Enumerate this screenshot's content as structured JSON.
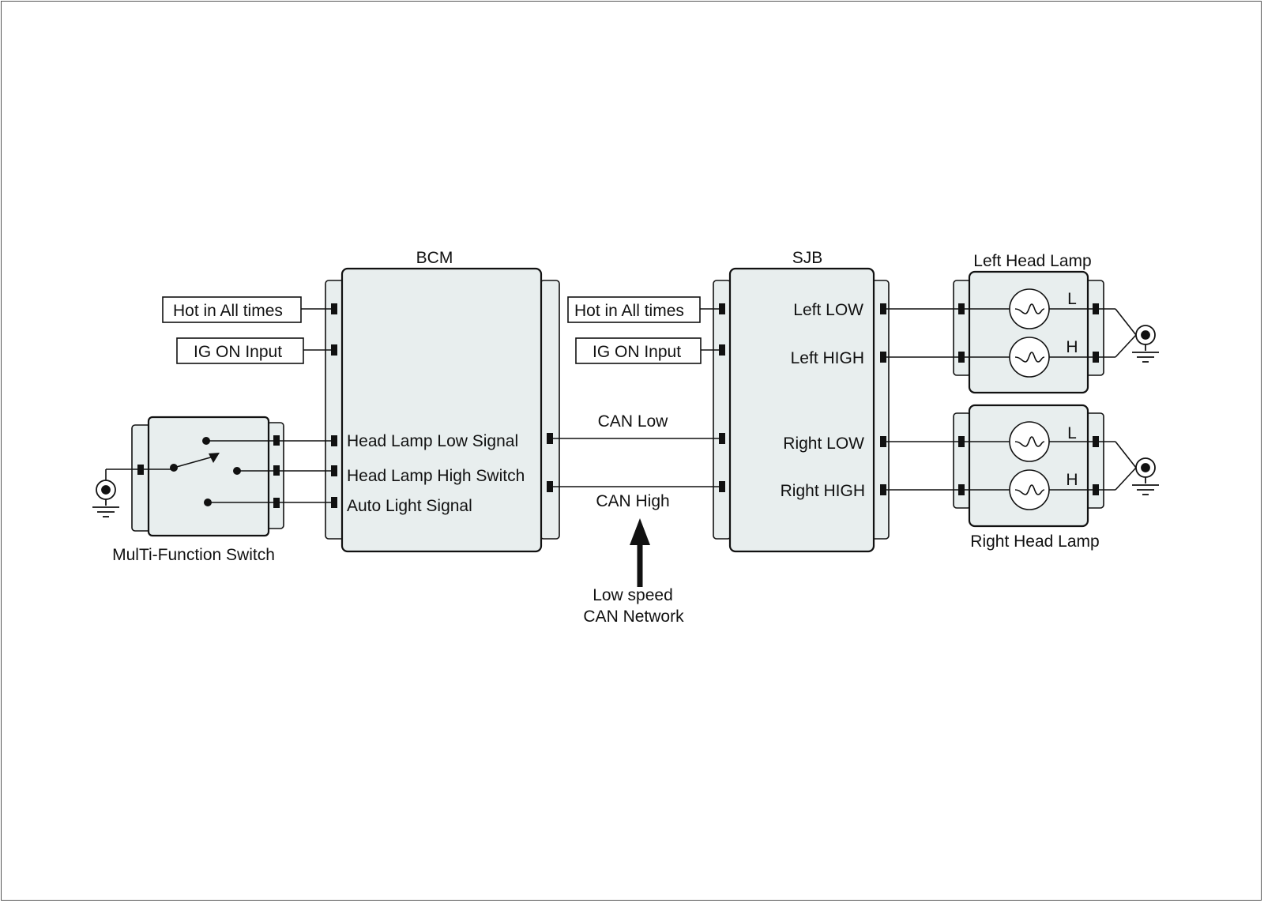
{
  "modules": {
    "bcm": {
      "title": "BCM",
      "pin_low": "Head Lamp Low Signal",
      "pin_high": "Head Lamp High Switch",
      "pin_auto": "Auto Light Signal"
    },
    "sjb": {
      "title": "SJB",
      "left_low": "Left LOW",
      "left_high": "Left HIGH",
      "right_low": "Right LOW",
      "right_high": "Right HIGH"
    },
    "mfs": {
      "title": "MulTi-Function Switch"
    },
    "left_lamp": {
      "title": "Left Head Lamp",
      "l": "L",
      "h": "H"
    },
    "right_lamp": {
      "title": "Right Head Lamp",
      "l": "L",
      "h": "H"
    }
  },
  "inputs": {
    "bcm_hot": "Hot in All times",
    "bcm_ig": "IG ON Input",
    "sjb_hot": "Hot in All times",
    "sjb_ig": "IG ON Input"
  },
  "can": {
    "low": "CAN Low",
    "high": "CAN High",
    "note_line1": "Low speed",
    "note_line2": "CAN Network"
  },
  "colors": {
    "module_fill": "#e8eeee",
    "line": "#111111"
  }
}
